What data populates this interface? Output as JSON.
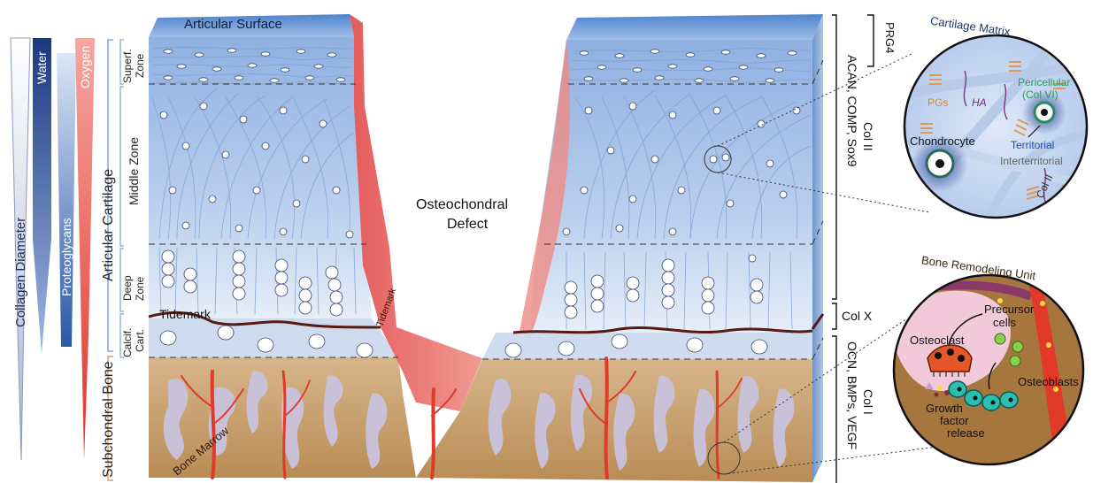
{
  "gradients": {
    "collagen": "Collagen Diameter",
    "water": "Water",
    "proteoglycans": "Proteoglycans",
    "oxygen": "Oxygen"
  },
  "regions": {
    "articular_cartilage": "Articular Cartilage",
    "subchondral_bone": "Subchondral Bone"
  },
  "zones": {
    "superficial": [
      "Superf.",
      "Zone"
    ],
    "middle": "Middle Zone",
    "deep": [
      "Deep",
      "Zone"
    ],
    "calcified": [
      "Calcif.",
      "Cart."
    ]
  },
  "block": {
    "articular_surface": "Articular Surface",
    "tidemark": "Tidemark",
    "tidemark_wall": "Tidemark",
    "bone_marrow": "Bone Marrow",
    "defect": [
      "Osteochondral",
      "Defect"
    ]
  },
  "markers": {
    "prg4": "PRG4",
    "cartilage": "ACAN, COMP, Sox9",
    "col2": "Col II",
    "colx": "Col X",
    "bone": "OCN, BMPs, VEGF",
    "col1": "Col I"
  },
  "cartilage_matrix": {
    "title": "Cartilage Matrix",
    "pgs": "PGs",
    "ha": "HA",
    "pericellular": [
      "Pericellular",
      "(Col VI)"
    ],
    "chondrocyte": "Chondrocyte",
    "territorial": "Territorial",
    "interterritorial": "Interterritorial",
    "col2": "Col II"
  },
  "bone_remodeling": {
    "title": "Bone Remodeling Unit",
    "precursor": [
      "Precursor",
      "cells"
    ],
    "osteoclast": "Osteoclast",
    "osteoblasts": "Osteoblasts",
    "growth_factor": [
      "Growth",
      "factor",
      "release"
    ]
  },
  "colors": {
    "water": "#1f3f8f",
    "oxygen": "#e0342a",
    "cartilage": "#b9cfee",
    "bone": "#c79a60",
    "defect": "#ea6f6f",
    "vessel": "#e23a2a",
    "tidemark": "#5a1a14"
  }
}
